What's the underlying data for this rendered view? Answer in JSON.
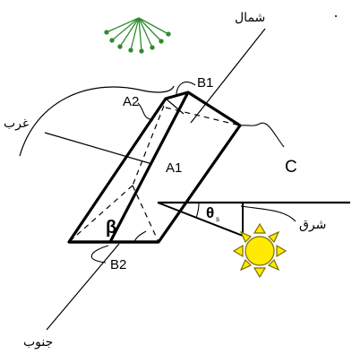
{
  "labels": {
    "north": "شمال",
    "west": "غرب",
    "east": "شرق",
    "south": "جنوب",
    "a1": "A1",
    "a2": "A2",
    "b1": "B1",
    "b2": "B2",
    "c": "C",
    "beta": "β",
    "theta": "θ",
    "theta_sub": "s"
  },
  "colors": {
    "line": "#000000",
    "rays": "#2e8b2e",
    "sun_fill": "#ffea00",
    "sun_stroke": "#7a6a00",
    "background": "#ffffff"
  }
}
